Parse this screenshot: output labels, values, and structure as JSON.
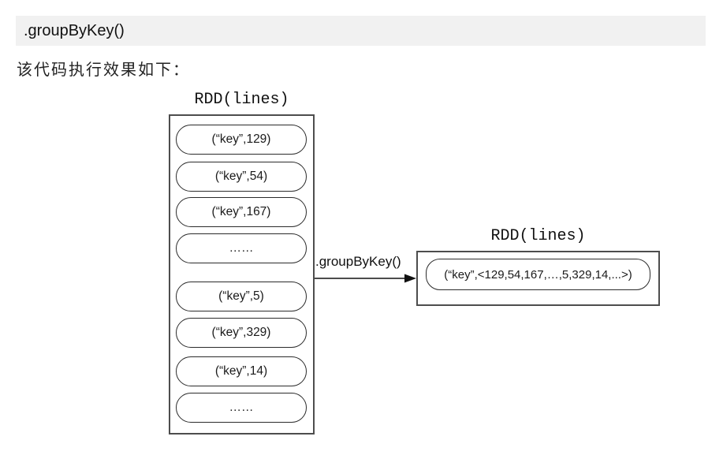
{
  "header": {
    "title": ".groupByKey()"
  },
  "intro": {
    "text": "该代码执行效果如下："
  },
  "diagram": {
    "source": {
      "title": "RDD(lines)",
      "nodes": [
        "(“key”,129)",
        "(“key”,54)",
        "(“key”,167)",
        "……",
        "(“key”,5)",
        "(“key”,329)",
        "(“key”,14)",
        "……"
      ]
    },
    "transform": {
      "label": ".groupByKey()"
    },
    "result": {
      "title": "RDD(lines)",
      "nodes": [
        "(“key”,<129,54,167,…,5,329,14,...>)"
      ]
    },
    "colors": {
      "code_bar_background": "#f1f1f1",
      "box_border": "#4d4d4d",
      "node_border": "#2b2b2b",
      "text": "#1a1a1a"
    }
  }
}
